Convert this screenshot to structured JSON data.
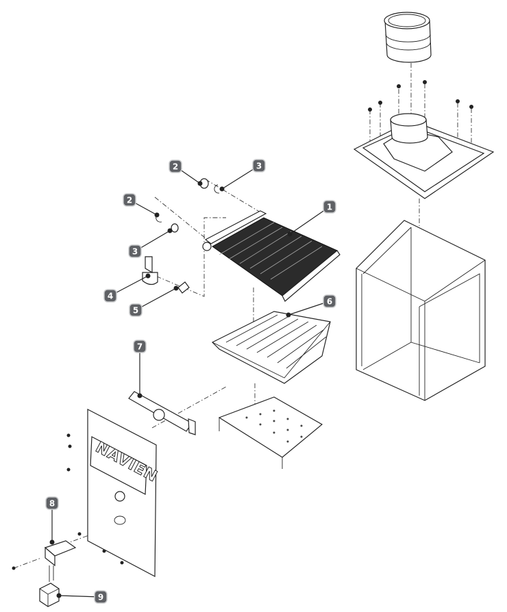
{
  "diagram": {
    "logo_text": "NAVIEN",
    "callouts": [
      {
        "id": "1",
        "label": "1",
        "part": "heat-exchanger"
      },
      {
        "id": "2a",
        "label": "2",
        "part": "o-ring-upper"
      },
      {
        "id": "3a",
        "label": "3",
        "part": "clip-upper"
      },
      {
        "id": "2b",
        "label": "2",
        "part": "o-ring-lower"
      },
      {
        "id": "3b",
        "label": "3",
        "part": "clip-lower"
      },
      {
        "id": "4",
        "label": "4",
        "part": "bracket"
      },
      {
        "id": "5",
        "label": "5",
        "part": "sensor"
      },
      {
        "id": "6",
        "label": "6",
        "part": "burner"
      },
      {
        "id": "7",
        "label": "7",
        "part": "gas-manifold"
      },
      {
        "id": "8",
        "label": "8",
        "part": "gas-valve"
      },
      {
        "id": "9",
        "label": "9",
        "part": "transformer"
      }
    ],
    "colors": {
      "badge": "#5f6165",
      "line": "#222222"
    }
  }
}
